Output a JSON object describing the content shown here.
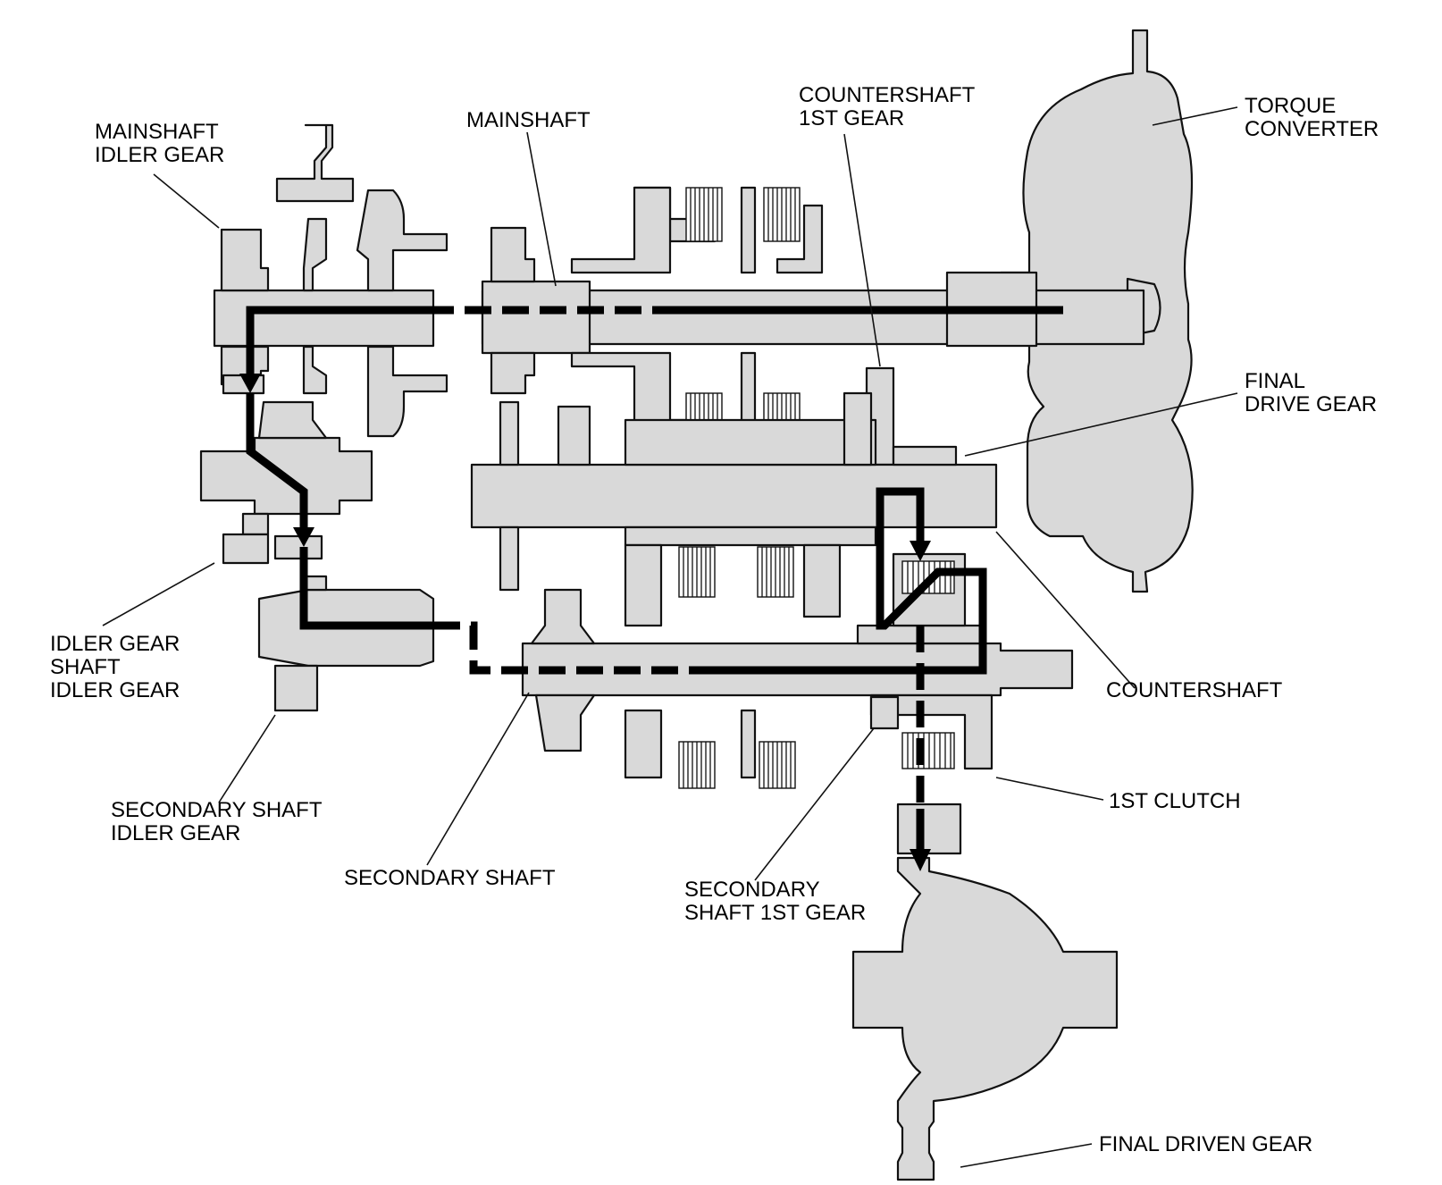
{
  "labels": {
    "mainshaft_idler_gear": [
      "MAINSHAFT",
      "IDLER GEAR"
    ],
    "mainshaft": [
      "MAINSHAFT"
    ],
    "countershaft_1st_gear": [
      "COUNTERSHAFT",
      "1ST GEAR"
    ],
    "torque_converter": [
      "TORQUE",
      "CONVERTER"
    ],
    "final_drive_gear": [
      "FINAL",
      "DRIVE GEAR"
    ],
    "idler_gear_shaft_idler_gear": [
      "IDLER GEAR",
      "SHAFT",
      "IDLER GEAR"
    ],
    "countershaft": [
      "COUNTERSHAFT"
    ],
    "secondary_shaft_idler_gear": [
      "SECONDARY SHAFT",
      "IDLER GEAR"
    ],
    "first_clutch": [
      "1ST CLUTCH"
    ],
    "secondary_shaft": [
      "SECONDARY SHAFT"
    ],
    "secondary_shaft_1st_gear": [
      "SECONDARY",
      "SHAFT 1ST GEAR"
    ],
    "final_driven_gear": [
      "FINAL DRIVEN GEAR"
    ]
  }
}
